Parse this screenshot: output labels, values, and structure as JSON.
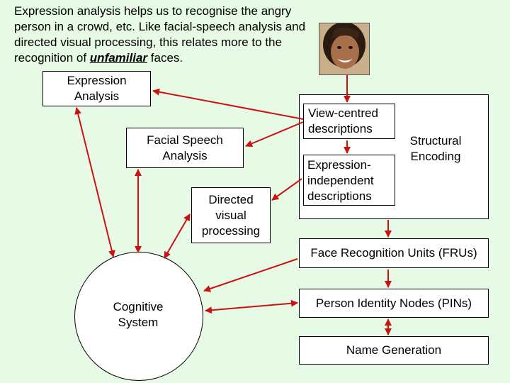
{
  "intro": {
    "before": "Expression analysis helps us to recognise the angry person in a crowd, etc.  Like facial-speech analysis and directed visual processing, this relates more to the recognition of ",
    "emphasis": "unfamiliar",
    "after": " faces."
  },
  "boxes": {
    "expression_analysis": "Expression Analysis",
    "facial_speech_analysis": "Facial Speech Analysis",
    "directed_visual_processing": "Directed visual processing",
    "view_centred_descriptions": "View-centred descriptions",
    "expression_independent_descriptions": "Expression-independent descriptions",
    "structural_encoding": "Structural Encoding",
    "face_recognition_units": "Face Recognition Units (FRUs)",
    "person_identity_nodes": "Person Identity Nodes (PINs)",
    "name_generation": "Name Generation",
    "cognitive_system": "Cognitive System"
  },
  "colors": {
    "background": "#e6fae6",
    "arrow": "#cc1111",
    "box_fill": "#ffffff"
  }
}
